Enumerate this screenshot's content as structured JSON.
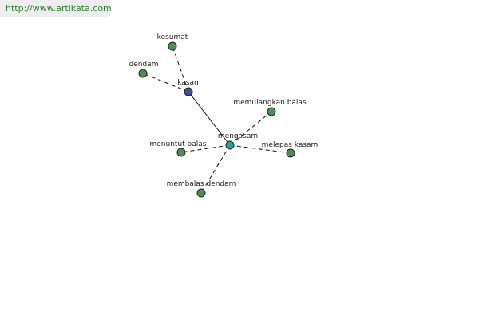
{
  "watermark": "http://www.artikata.com",
  "colors": {
    "hub_fill": "#3a4fa0",
    "center_fill": "#2aa0a0",
    "leaf_fill": "#4f8f4f"
  },
  "nodes": [
    {
      "id": "kesumat",
      "label": "kesumat",
      "type": "leaf"
    },
    {
      "id": "dendam",
      "label": "dendam",
      "type": "leaf"
    },
    {
      "id": "kasam",
      "label": "kasam",
      "type": "hub"
    },
    {
      "id": "memulangkan",
      "label": "memulangkan balas",
      "type": "leaf"
    },
    {
      "id": "mengasam",
      "label": "mengasam",
      "type": "center"
    },
    {
      "id": "menuntut",
      "label": "menuntut balas",
      "type": "leaf"
    },
    {
      "id": "melepas",
      "label": "melepas kasam",
      "type": "leaf"
    },
    {
      "id": "membalas",
      "label": "membalas dendam",
      "type": "leaf"
    }
  ],
  "edges": [
    {
      "from": "kasam",
      "to": "kesumat",
      "style": "dashed"
    },
    {
      "from": "kasam",
      "to": "dendam",
      "style": "dashed"
    },
    {
      "from": "kasam",
      "to": "mengasam",
      "style": "solid"
    },
    {
      "from": "mengasam",
      "to": "memulangkan",
      "style": "dashed"
    },
    {
      "from": "mengasam",
      "to": "menuntut",
      "style": "dashed"
    },
    {
      "from": "mengasam",
      "to": "melepas",
      "style": "dashed"
    },
    {
      "from": "mengasam",
      "to": "membalas",
      "style": "dashed"
    }
  ]
}
